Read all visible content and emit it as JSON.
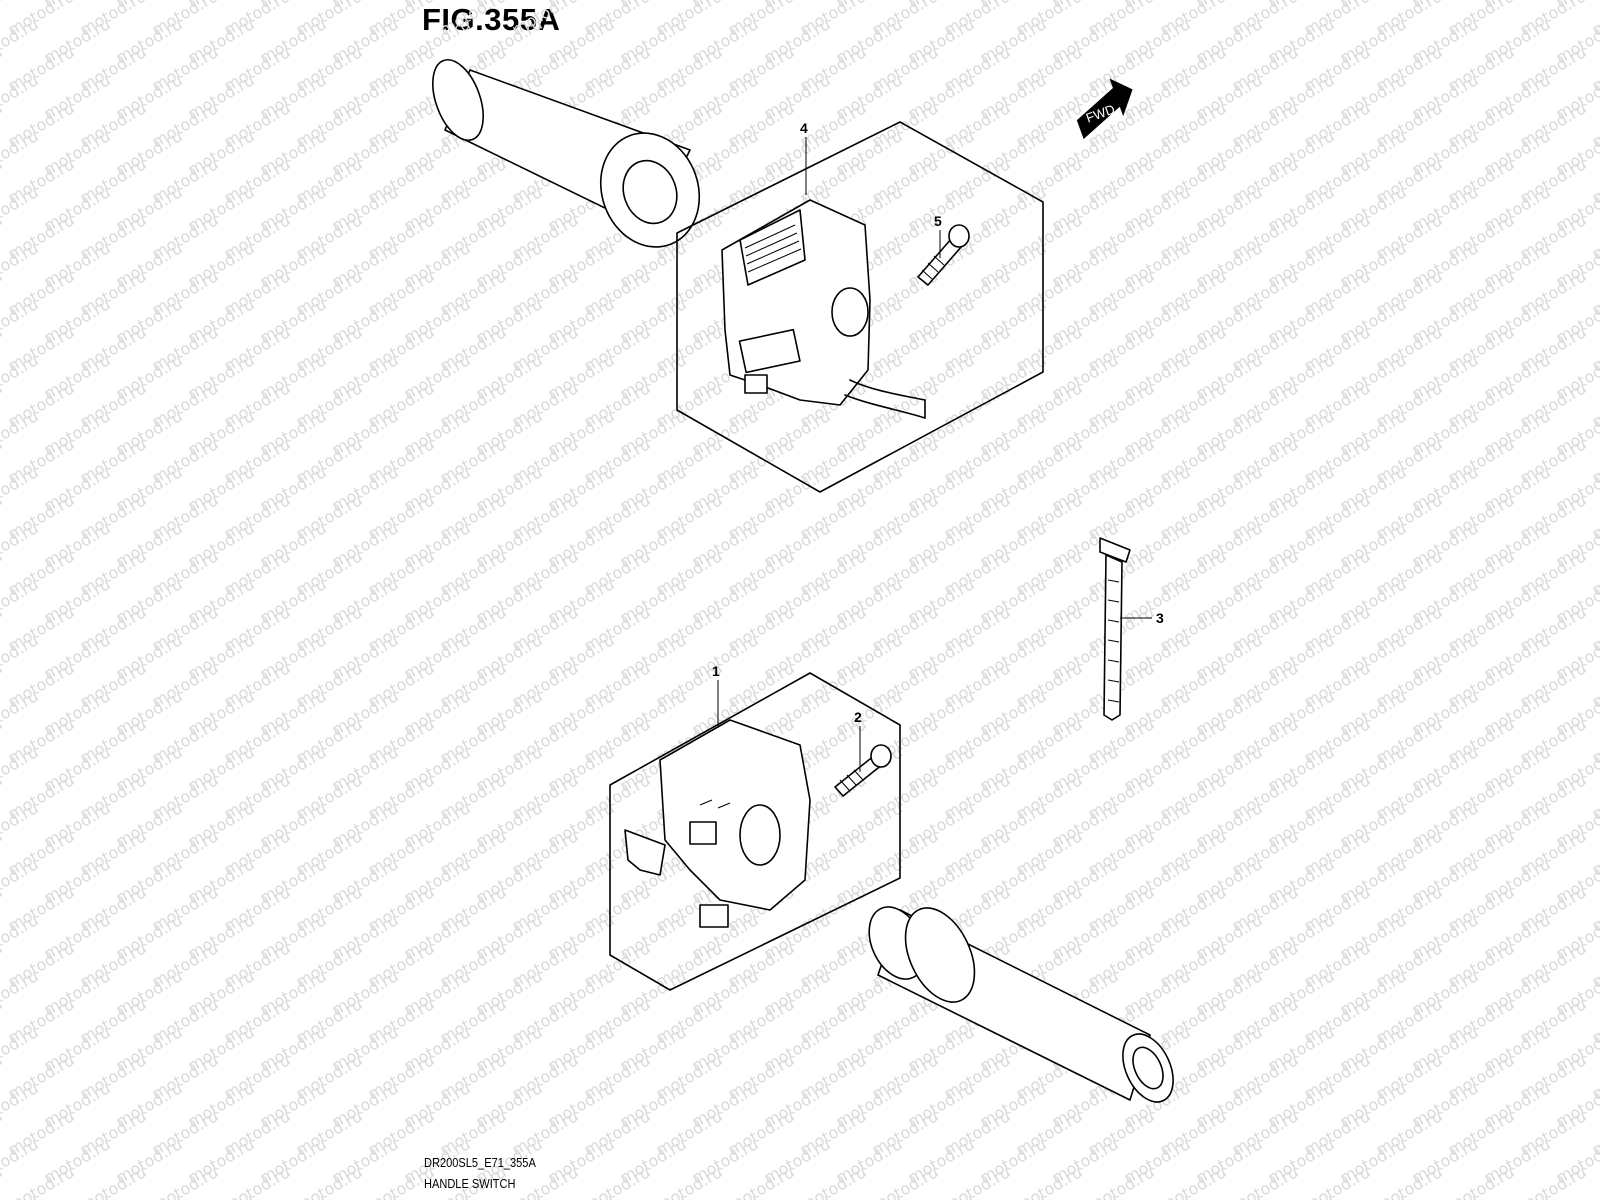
{
  "figure": {
    "title": "FIG.355A",
    "code": "DR200SL5_E71_355A",
    "name": "HANDLE SWITCH"
  },
  "direction_badge": {
    "label": "FWD",
    "icon": "forward-arrow-icon"
  },
  "watermark": {
    "text": "motod.ru"
  },
  "callouts": {
    "c1": "1",
    "c2": "2",
    "c3": "3",
    "c4": "4",
    "c5": "5"
  },
  "parts": [
    {
      "ref": "1",
      "icon": "left-handle-switch-icon"
    },
    {
      "ref": "2",
      "icon": "screw-icon"
    },
    {
      "ref": "3",
      "icon": "cable-tie-icon"
    },
    {
      "ref": "4",
      "icon": "right-handle-switch-icon"
    },
    {
      "ref": "5",
      "icon": "screw-icon"
    }
  ]
}
